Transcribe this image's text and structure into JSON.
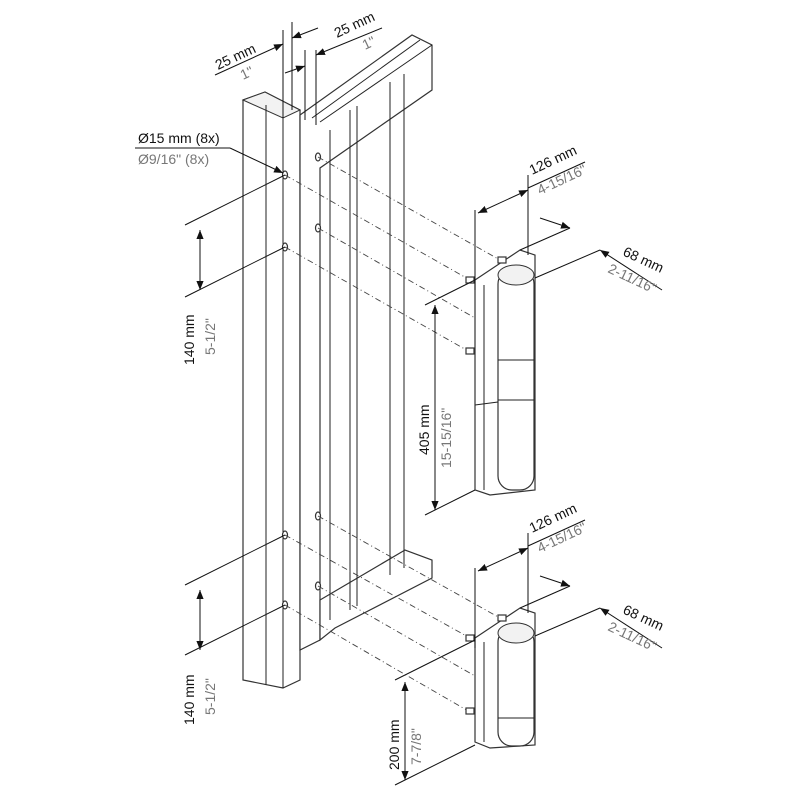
{
  "dimensions": {
    "post_offset": {
      "metric": "25 mm",
      "imperial": "1\""
    },
    "frame_offset": {
      "metric": "25 mm",
      "imperial": "1\""
    },
    "hole": {
      "metric": "Ø15 mm (8x)",
      "imperial": "Ø9/16\" (8x)"
    },
    "upper_spacing": {
      "metric": "140 mm",
      "imperial": "5-1/2\""
    },
    "lower_spacing": {
      "metric": "140 mm",
      "imperial": "5-1/2\""
    },
    "upper_hinge_height": {
      "metric": "405 mm",
      "imperial": "15-15/16\""
    },
    "lower_hinge_height": {
      "metric": "200 mm",
      "imperial": "7-7/8\""
    },
    "upper_hinge_width": {
      "metric": "126 mm",
      "imperial": "4-15/16\""
    },
    "upper_hinge_depth": {
      "metric": "68 mm",
      "imperial": "2-11/16\""
    },
    "lower_hinge_width": {
      "metric": "126 mm",
      "imperial": "4-15/16\""
    },
    "lower_hinge_depth": {
      "metric": "68 mm",
      "imperial": "2-11/16\""
    }
  }
}
